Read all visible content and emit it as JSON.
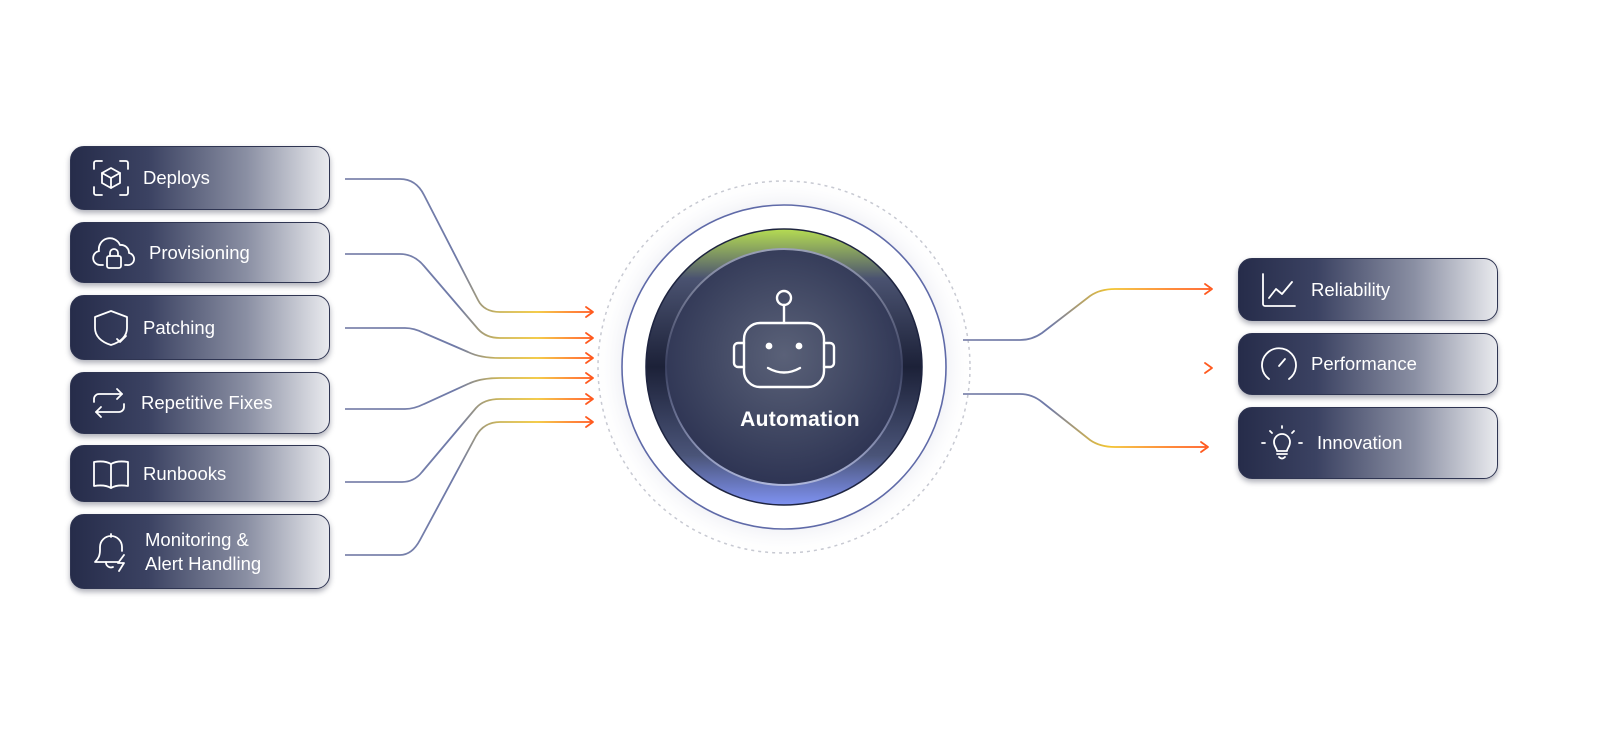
{
  "inputs": [
    {
      "label": "Deploys",
      "icon": "cube-scan-icon"
    },
    {
      "label": "Provisioning",
      "icon": "cloud-lock-icon"
    },
    {
      "label": "Patching",
      "icon": "shield-check-icon"
    },
    {
      "label": "Repetitive Fixes",
      "icon": "repeat-icon"
    },
    {
      "label": "Runbooks",
      "icon": "open-book-icon"
    },
    {
      "label": "Monitoring &\nAlert Handling",
      "icon": "bell-bolt-icon"
    }
  ],
  "hub": {
    "label": "Automation",
    "icon": "robot-icon"
  },
  "outputs": [
    {
      "label": "Reliability",
      "icon": "line-chart-icon"
    },
    {
      "label": "Performance",
      "icon": "gauge-icon"
    },
    {
      "label": "Innovation",
      "icon": "lightbulb-icon"
    }
  ],
  "colors": {
    "card_dark": "#262c4a",
    "arrow": "#ff5a1f",
    "line_start": "#6f7aa8",
    "line_mid": "#f2c531",
    "ring_top": "#a8d64a",
    "ring_bottom": "#7b8cf0"
  }
}
